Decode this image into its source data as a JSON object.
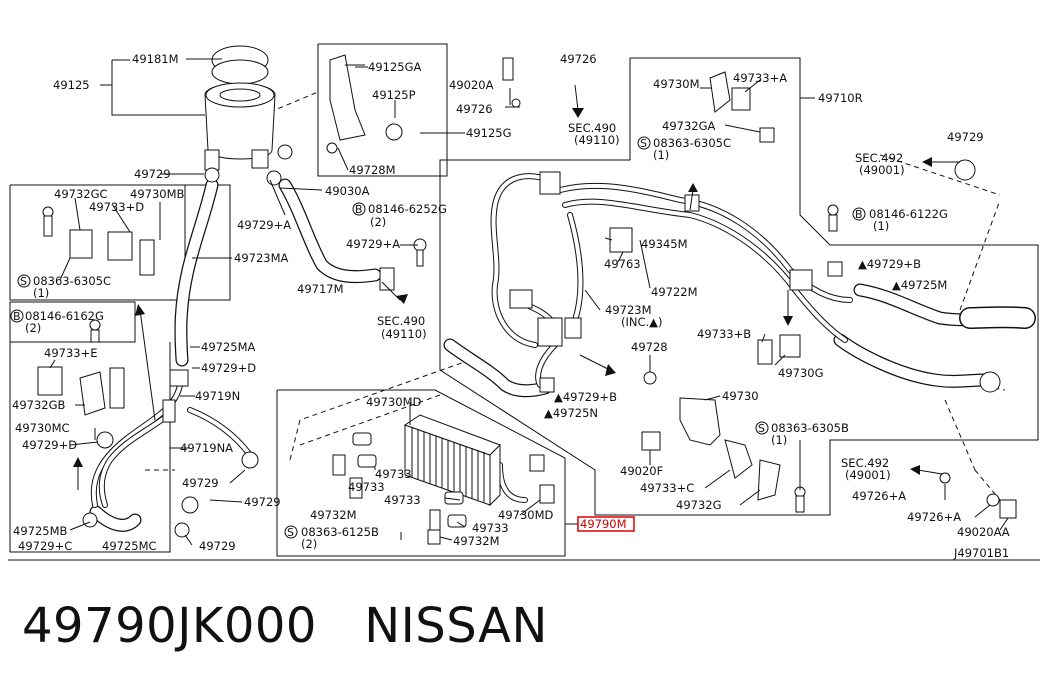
{
  "caption": {
    "part_number": "49790JK000",
    "brand": "NISSAN"
  },
  "diagram_code": "J49701B1",
  "highlighted_part": "49790M",
  "labels": {
    "l49181M": "49181M",
    "l49125": "49125",
    "l49125GA": "49125GA",
    "l49125P": "49125P",
    "l49125G": "49125G",
    "l49728M": "49728M",
    "l49020A": "49020A",
    "l49726_top": "49726",
    "l49726_mid": "49726",
    "l49030A": "49030A",
    "l49729_a": "49729",
    "l49729A_1": "49729+A",
    "l08146_6252G": "08146-6252G",
    "l08146_6252G_q": "(2)",
    "l49729A_2": "49729+A",
    "l49717M": "49717M",
    "l49732GC": "49732GC",
    "l49730MB": "49730MB",
    "l49733D": "49733+D",
    "l49723MA": "49723MA",
    "l08363_6305C_left": "08363-6305C",
    "l08363_6305C_left_q": "(1)",
    "l08146_6162G": "08146-6162G",
    "l08146_6162G_q": "(2)",
    "l49725MA": "49725MA",
    "l49733E": "49733+E",
    "l49729D_1": "49729+D",
    "l49732GB": "49732GB",
    "l49719N": "49719N",
    "l49730MC": "49730MC",
    "l49719NA": "49719NA",
    "l49729D_2": "49729+D",
    "l49729_b": "49729",
    "l49729_c": "49729",
    "l49725MB": "49725MB",
    "l49729C": "49729+C",
    "l49725MC": "49725MC",
    "l49729_d": "49729",
    "l49730MD_1": "49730MD",
    "l49733_1": "49733",
    "l49733_2": "49733",
    "l49732M_1": "49732M",
    "l49733_3": "49733",
    "l49733_4": "49733",
    "l49730MD_2": "49730MD",
    "l08363_6125B": "08363-6125B",
    "l08363_6125B_q": "(2)",
    "l49732M_2": "49732M",
    "sec490_top": "SEC.490",
    "sec490_top_sub": "(49110)",
    "sec490_mid": "SEC.490",
    "sec490_mid_sub": "(49110)",
    "l49730M": "49730M",
    "l49733A": "49733+A",
    "l49710R": "49710R",
    "l49732GA": "49732GA",
    "l08363_6305C_right": "08363-6305C",
    "l08363_6305C_right_q": "(1)",
    "l49729_e": "49729",
    "sec492_top": "SEC.492",
    "sec492_top_sub": "(49001)",
    "l08146_6122G": "08146-6122G",
    "l08146_6122G_q": "(1)",
    "l49345M": "49345M",
    "l49763": "49763",
    "l49722M": "49722M",
    "l49723M": "49723M",
    "l49723M_inc": "(INC.▲)",
    "l49729B_1": "▲49729+B",
    "l49725M": "▲49725M",
    "l49733B": "49733+B",
    "l49730G": "49730G",
    "l49728": "49728",
    "l49729B_2": "▲49729+B",
    "l49725N": "▲49725N",
    "l49730": "49730",
    "l08363_6305B": "08363-6305B",
    "l08363_6305B_q": "(1)",
    "l49020F": "49020F",
    "l49733C": "49733+C",
    "l49732G": "49732G",
    "sec492_bot": "SEC.492",
    "sec492_bot_sub": "(49001)",
    "l49726A_1": "49726+A",
    "l49726A_2": "49726+A",
    "l49020AA": "49020AA",
    "bolt_marker_1": "B",
    "bolt_marker_2": "S",
    "bolt_marker_3": "B",
    "bolt_marker_4": "S",
    "bolt_marker_5": "S",
    "bolt_marker_6": "B",
    "bolt_marker_7": "S"
  }
}
